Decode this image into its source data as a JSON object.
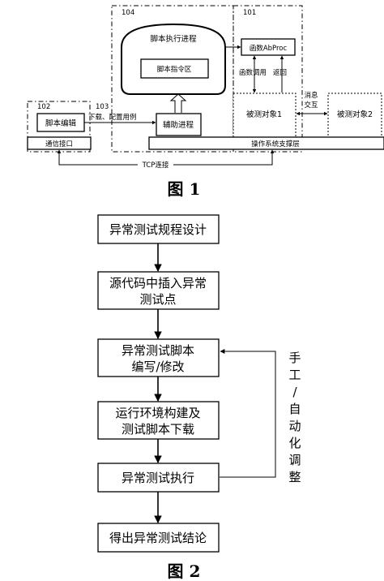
{
  "figure1": {
    "caption": "图 1",
    "labels": {
      "n104": "104",
      "n101": "101",
      "n102": "102",
      "n103": "103"
    },
    "script_process": "脚本执行进程",
    "script_command_area": "脚本指令区",
    "function_box": "函数AbProc",
    "func_call": "函数调用",
    "func_return": "返回",
    "msg_interaction_line1": "消息",
    "msg_interaction_line2": "交互",
    "script_edit": "脚本编辑",
    "download_config": "下载、配置用例",
    "helper_process": "辅助进程",
    "tested_object_1": "被测对象1",
    "tested_object_2": "被测对象2",
    "comm_interface": "通信接口",
    "os_support_layer": "操作系统支撑层",
    "tcp_connect": "TCP连接"
  },
  "figure2": {
    "caption": "图 2",
    "steps": [
      {
        "line1": "异常测试规程设计",
        "line2": ""
      },
      {
        "line1": "源代码中插入异常",
        "line2": "测试点"
      },
      {
        "line1": "异常测试脚本",
        "line2": "编写/修改"
      },
      {
        "line1": "运行环境构建及",
        "line2": "测试脚本下载"
      },
      {
        "line1": "异常测试执行",
        "line2": ""
      },
      {
        "line1": "得出异常测试结论",
        "line2": ""
      }
    ],
    "feedback_chars": [
      "手",
      "工",
      "/",
      "自",
      "动",
      "化",
      "调",
      "整"
    ]
  }
}
